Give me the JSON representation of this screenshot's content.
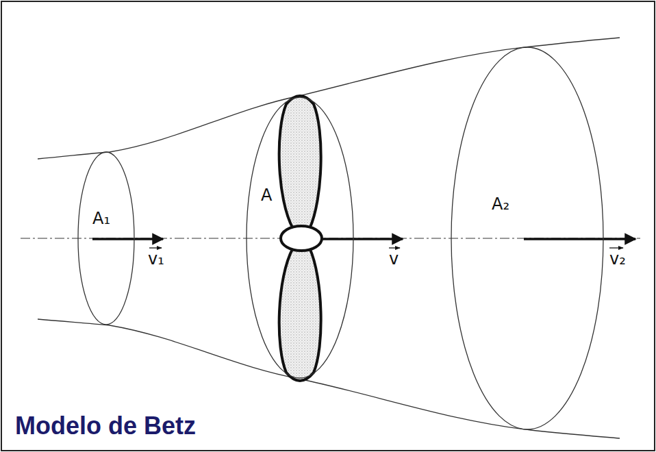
{
  "diagram": {
    "title": "Modelo de Betz",
    "nodes": [
      {
        "text": [
          "A₁"
        ]
      },
      {
        "text": [
          "A"
        ]
      },
      {
        "text": [
          "A₂"
        ]
      }
    ],
    "labels": [
      "v₁",
      "v",
      "v₂"
    ]
  }
}
